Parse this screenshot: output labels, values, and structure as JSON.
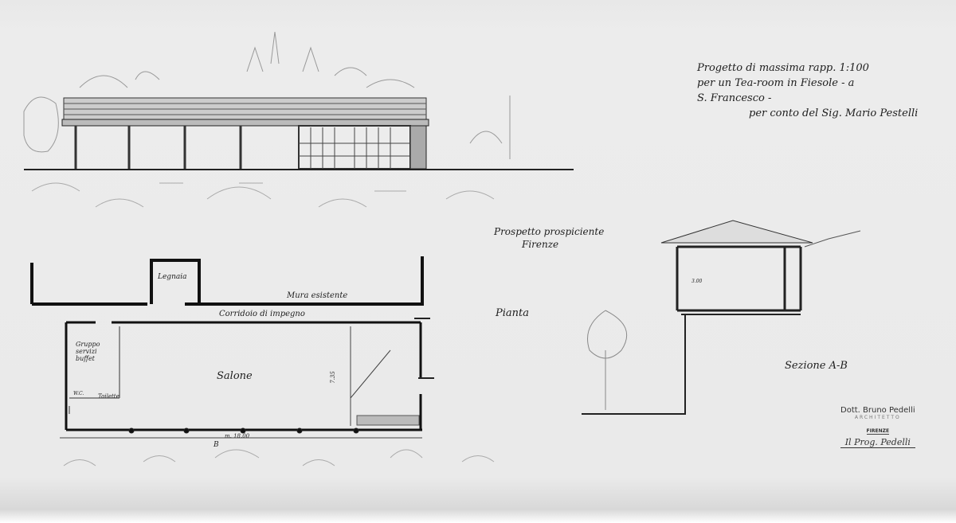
{
  "title_block": {
    "line1": "Progetto di massima rapp. 1:100",
    "line2": "per un Tea-room in Fiesole - a",
    "line3": "S. Francesco -",
    "line4": "per conto del Sig. Mario Pestelli"
  },
  "labels": {
    "elevation": "Prospetto prospiciente",
    "elevation2": "Firenze",
    "plan": "Pianta",
    "section": "Sezione A-B",
    "woodshed": "Legnaia",
    "existing_wall": "Mura esistente",
    "corridor": "Corridoio di impegno",
    "buffet": "Gruppo servizi buffet",
    "hall": "Salone",
    "toilet": "Toilette",
    "wc": "W.C.",
    "length": "m. 18.00",
    "depth": "7.35",
    "section_height": "3.00",
    "section_mark": "B"
  },
  "signature_block": {
    "name": "Dott. Bruno Pedelli",
    "role": "ARCHITETTO",
    "city": "FIRENZE",
    "signature": "Il Prog. Pedelli"
  }
}
